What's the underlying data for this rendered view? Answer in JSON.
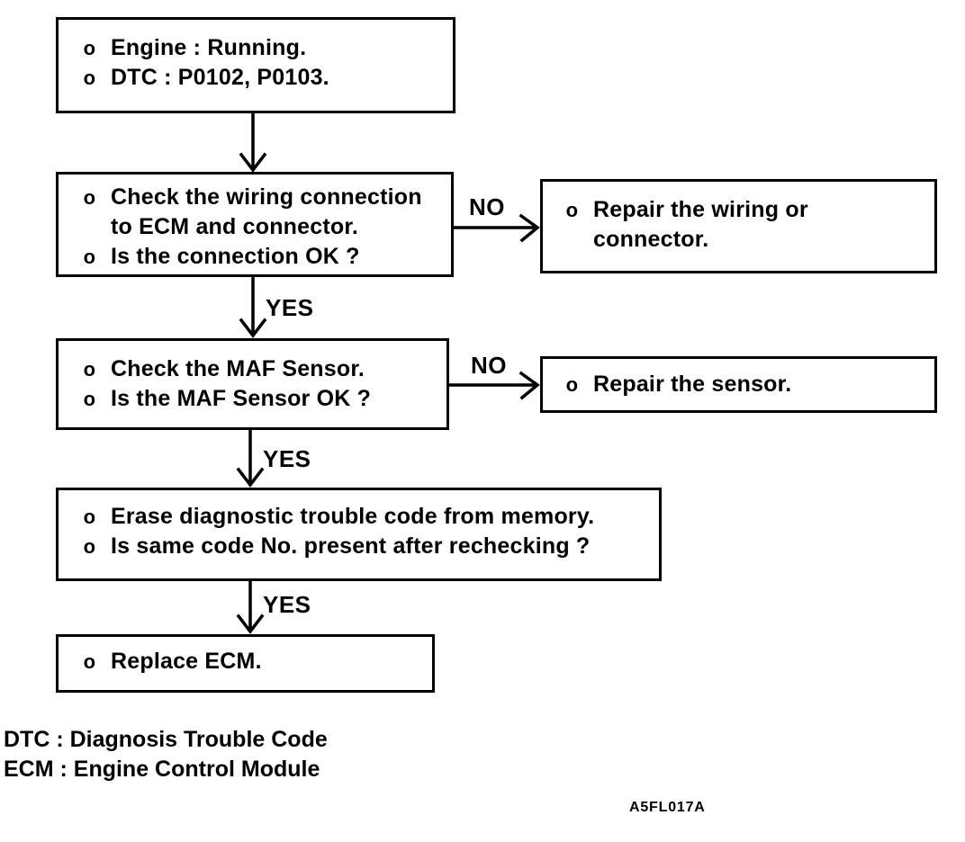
{
  "colors": {
    "ink": "#000000",
    "paper": "#ffffff"
  },
  "flowchart": {
    "boxes": {
      "start": {
        "lines": [
          {
            "bullet": "o",
            "text": "Engine : Running."
          },
          {
            "bullet": "o",
            "text": "DTC : P0102, P0103."
          }
        ]
      },
      "check_wiring": {
        "lines": [
          {
            "bullet": "o",
            "text": "Check the wiring connection"
          },
          {
            "bullet": "",
            "text": "to ECM and connector."
          },
          {
            "bullet": "o",
            "text": "Is the connection OK ?"
          }
        ]
      },
      "repair_wiring": {
        "lines": [
          {
            "bullet": "o",
            "text": "Repair the wiring or"
          },
          {
            "bullet": "",
            "text": "connector."
          }
        ]
      },
      "check_maf": {
        "lines": [
          {
            "bullet": "o",
            "text": "Check the MAF Sensor."
          },
          {
            "bullet": "o",
            "text": "Is the MAF Sensor OK ?"
          }
        ]
      },
      "repair_sensor": {
        "lines": [
          {
            "bullet": "o",
            "text": "Repair the sensor."
          }
        ]
      },
      "erase_dtc": {
        "lines": [
          {
            "bullet": "o",
            "text": "Erase diagnostic trouble code from memory."
          },
          {
            "bullet": "o",
            "text": "Is same code No. present after rechecking ?"
          }
        ]
      },
      "replace_ecm": {
        "lines": [
          {
            "bullet": "o",
            "text": "Replace ECM."
          }
        ]
      }
    },
    "connectors": {
      "no1": {
        "label": "NO"
      },
      "yes1": {
        "label": "YES"
      },
      "no2": {
        "label": "NO"
      },
      "yes2": {
        "label": "YES"
      },
      "yes3": {
        "label": "YES"
      }
    }
  },
  "legend": {
    "line1": "DTC : Diagnosis Trouble Code",
    "line2": "ECM : Engine Control Module"
  },
  "figure_code": "A5FL017A"
}
